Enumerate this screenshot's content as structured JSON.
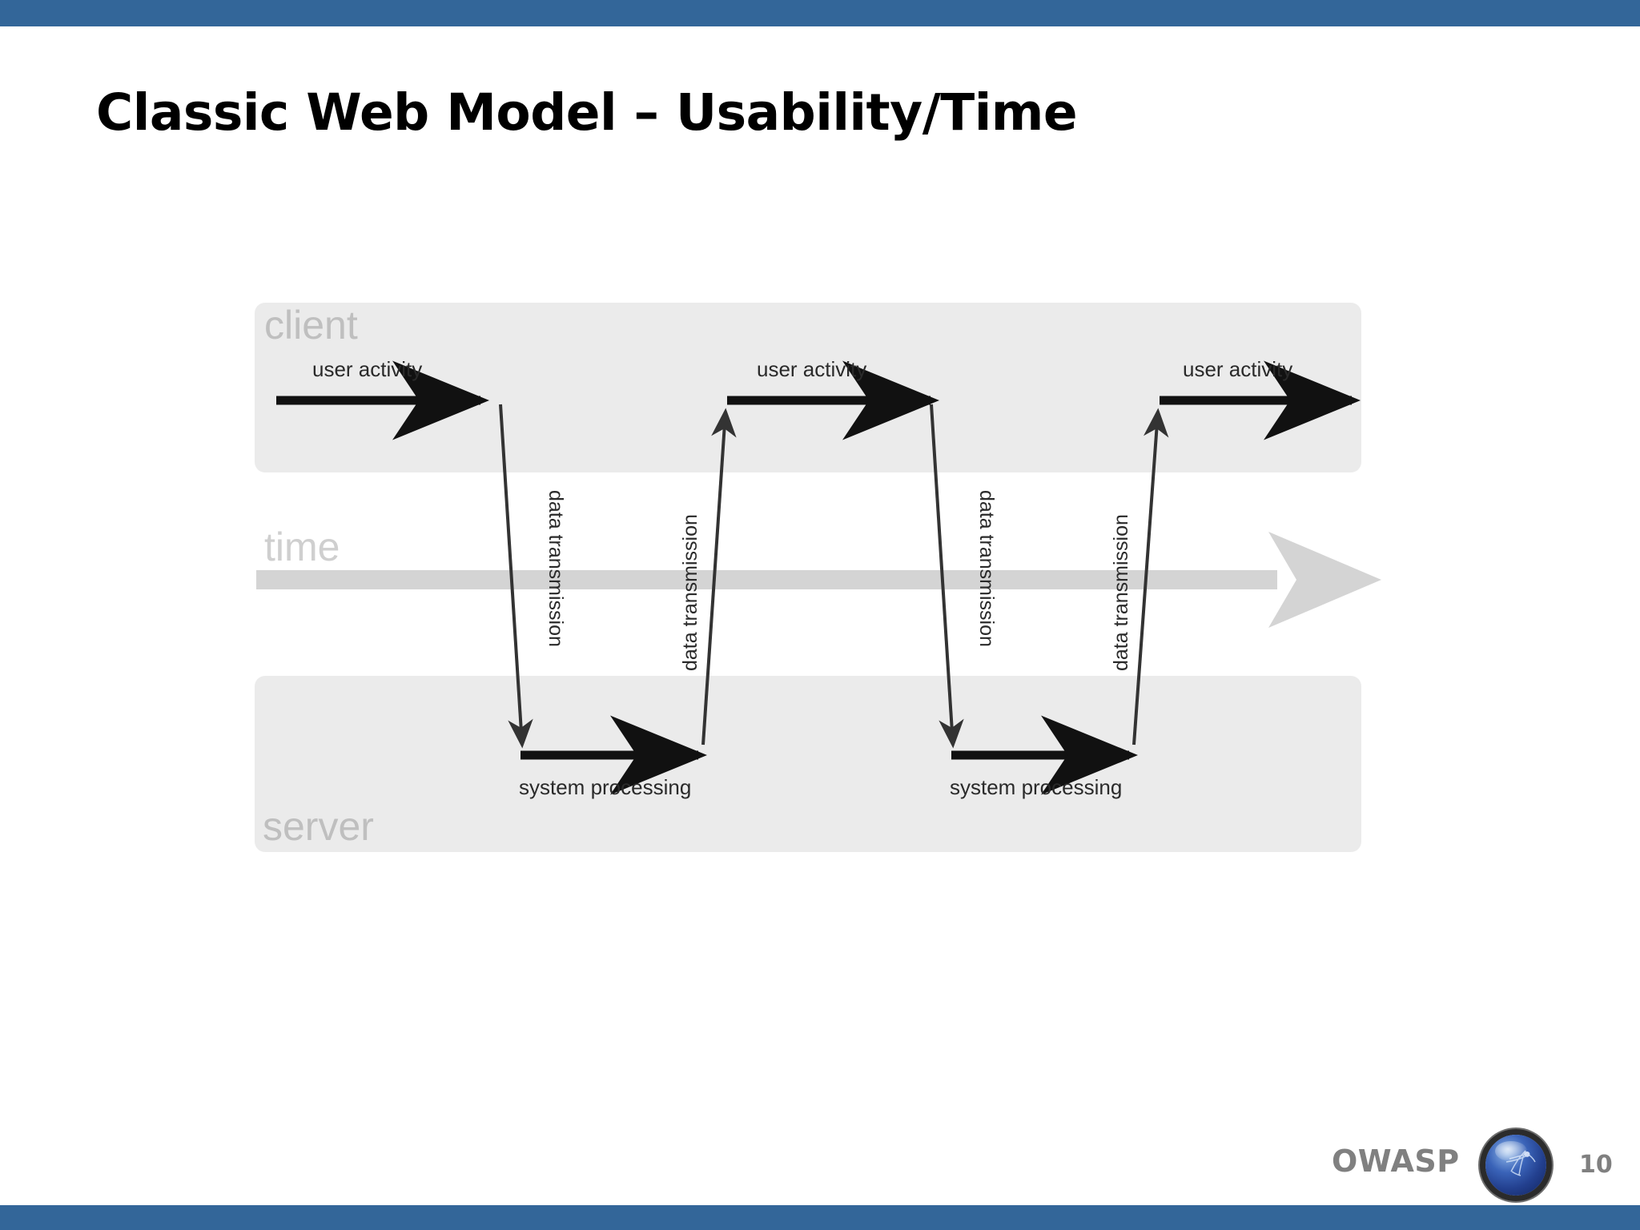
{
  "theme": {
    "band_color": "#336699",
    "background": "#ffffff",
    "lane_fill": "#ebebeb",
    "lane_label_color": "#bfbfbf",
    "time_arrow_color": "#d4d4d4",
    "flow_color": "#000000",
    "footer_text_color": "#808080"
  },
  "header": {
    "title": "Classic Web Model – Usability/Time"
  },
  "diagram": {
    "type": "sequence-timeline",
    "lanes": [
      {
        "id": "client",
        "label": "client"
      },
      {
        "id": "time",
        "label": "time"
      },
      {
        "id": "server",
        "label": "server"
      }
    ],
    "client_activities": [
      {
        "label": "user activity"
      },
      {
        "label": "user activity"
      },
      {
        "label": "user activity"
      }
    ],
    "server_activities": [
      {
        "label": "system processing"
      },
      {
        "label": "system processing"
      }
    ],
    "transmissions": [
      {
        "label": "data transmission",
        "direction": "down"
      },
      {
        "label": "data transmission",
        "direction": "up"
      },
      {
        "label": "data transmission",
        "direction": "down"
      },
      {
        "label": "data transmission",
        "direction": "up"
      }
    ],
    "time_axis": {
      "label": "time",
      "direction": "left-to-right"
    }
  },
  "footer": {
    "brand": "OWASP",
    "logo_icon": "owasp-globe-icon",
    "page_number": "10"
  }
}
